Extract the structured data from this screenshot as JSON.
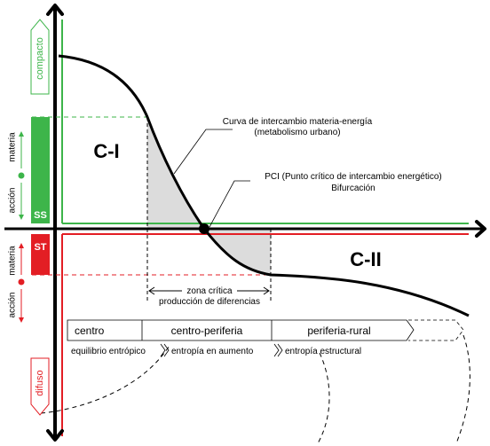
{
  "regions": {
    "c1": "C-I",
    "c2": "C-II"
  },
  "vertical_labels": {
    "top": "compacto",
    "bottom": "difuso",
    "action_top": "acción",
    "matter_top": "materia",
    "action_bottom": "acción",
    "matter_bottom": "materia"
  },
  "badges": {
    "ss": "SS",
    "st": "ST"
  },
  "annotations": {
    "curve_line1": "Curva de intercambio materia-energía",
    "curve_line2": "(metabolismo urbano)",
    "pci_line1": "PCI (Punto crítico de intercambio energético)",
    "pci_line2": "Bifurcación",
    "zone_line1": "zona crítica",
    "zone_line2": "producción de diferencias"
  },
  "bands": {
    "centro": "centro",
    "centro_periferia": "centro-periferia",
    "periferia_rural": "periferia-rural"
  },
  "entropy": {
    "e1": "equilibrio entrópico",
    "e2": "entropía en aumento",
    "e3": "entropía estructural"
  },
  "colors": {
    "green": "#3db54a",
    "red": "#e31e24",
    "shade": "#dcdcdc",
    "ink": "#000000"
  }
}
